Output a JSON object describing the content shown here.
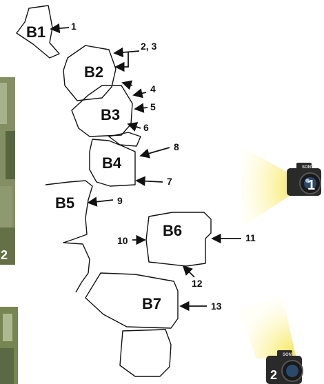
{
  "blocks": [
    {
      "id": "b1",
      "label": "B1"
    },
    {
      "id": "b2",
      "label": "B2"
    },
    {
      "id": "b3",
      "label": "B3"
    },
    {
      "id": "b4",
      "label": "B4"
    },
    {
      "id": "b5",
      "label": "B5"
    },
    {
      "id": "b6",
      "label": "B6"
    },
    {
      "id": "b7",
      "label": "B7"
    }
  ],
  "markers": [
    "1",
    "2, 3",
    "4",
    "5",
    "6",
    "8",
    "7",
    "9",
    "10",
    "11",
    "12",
    "13"
  ],
  "cameras": [
    {
      "id": "camera-1",
      "number": "1",
      "brand": "SONY"
    },
    {
      "id": "camera-2",
      "number": "2",
      "brand": "SONY"
    }
  ],
  "photo_strip_labels": [
    "2"
  ],
  "colors": {
    "outline": "#111111",
    "light_beam": "#f5e84a",
    "camera_body": "#2a2a2a",
    "foliage": "#6d7d4a"
  }
}
